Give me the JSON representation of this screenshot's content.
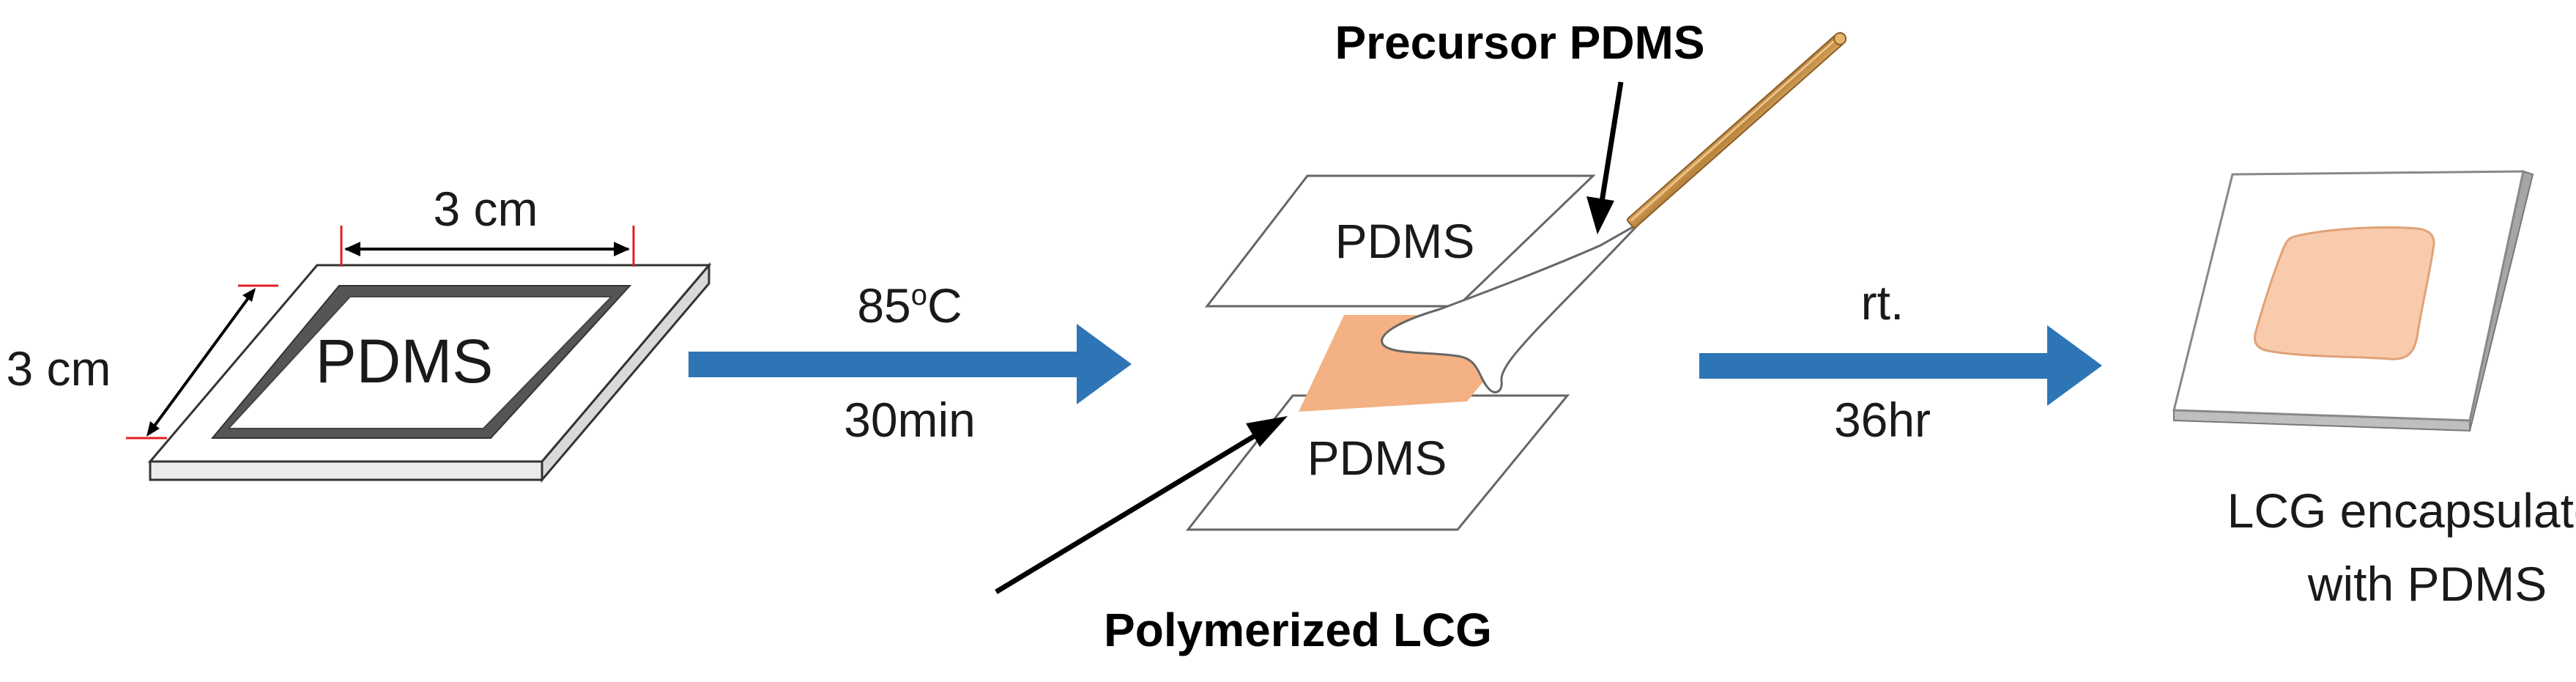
{
  "step1": {
    "material_label": "PDMS",
    "width_label": "3 cm",
    "height_label": "3 cm"
  },
  "arrow1": {
    "top_label": "85",
    "top_sup": "o",
    "top_unit": "C",
    "bottom_label": "30min"
  },
  "step2": {
    "top_layer_label": "PDMS",
    "bottom_layer_label": "PDMS",
    "precursor_label": "Precursor PDMS",
    "polymerized_label": "Polymerized LCG"
  },
  "arrow2": {
    "top_label": "rt.",
    "bottom_label": "36hr"
  },
  "step3": {
    "caption_line1": "LCG encapsulated",
    "caption_line2": "with PDMS"
  },
  "colors": {
    "process_arrow": "#2e75b6",
    "lcg_fill": "#f4b183",
    "stick": "#c8924a",
    "frame_edge": "#555555"
  }
}
